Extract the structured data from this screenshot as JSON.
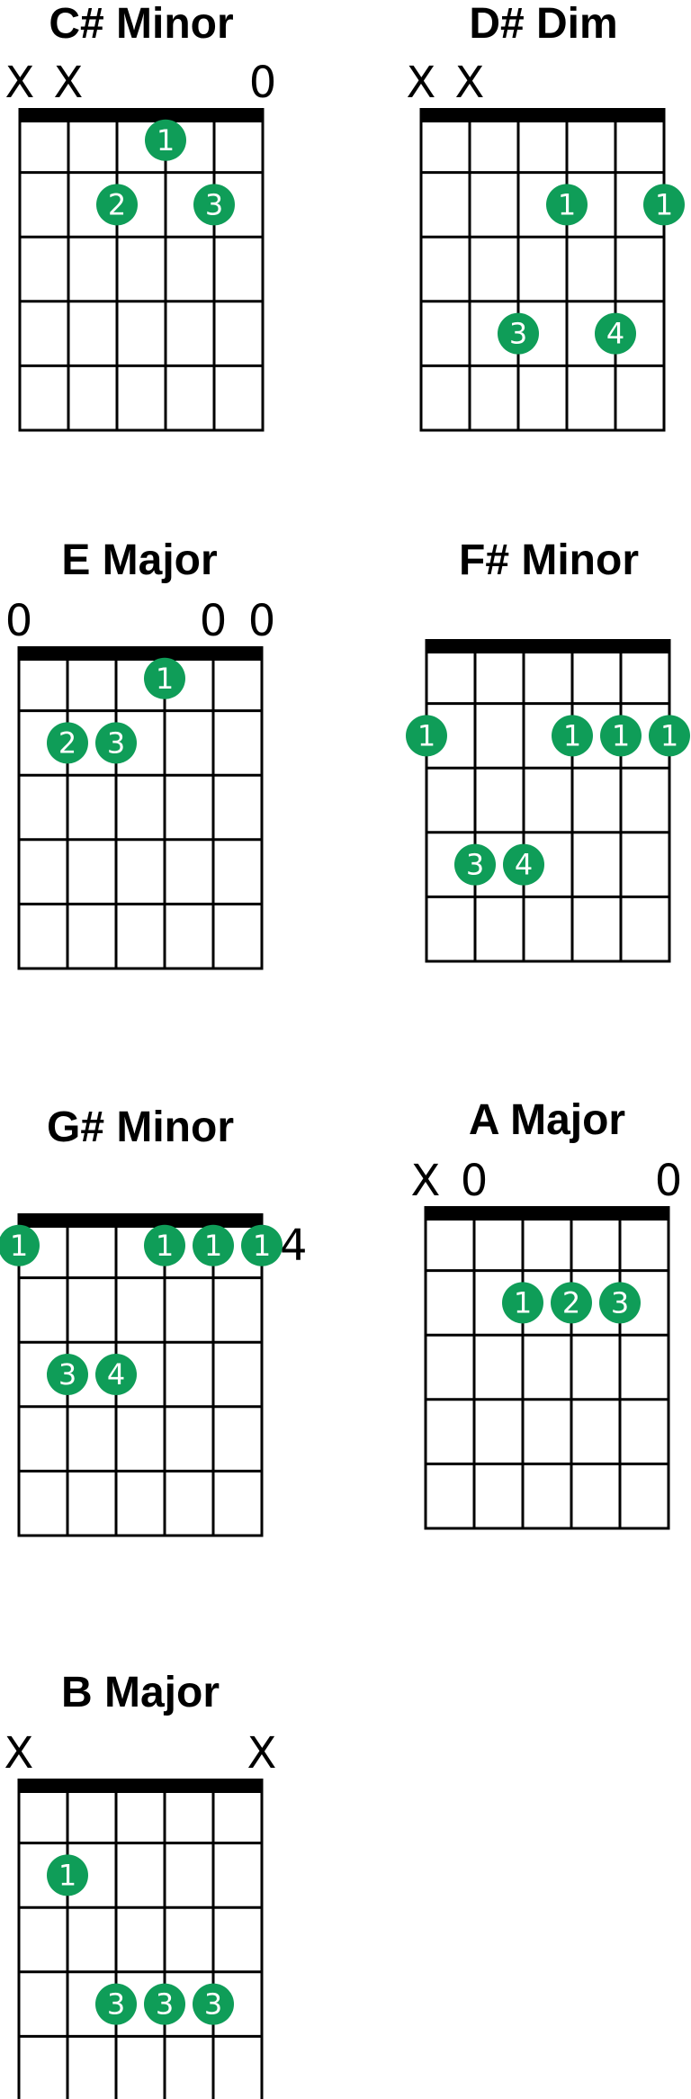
{
  "colors": {
    "background": "#ffffff",
    "lines": "#000000",
    "finger_dot": "#0f9d58",
    "finger_text": "#ffffff"
  },
  "charts": [
    {
      "title": "C# Minor",
      "strings_low_to_high": [
        "X",
        "X",
        "",
        "",
        "",
        "0"
      ],
      "fingers": [
        {
          "string": 4,
          "fret": 1,
          "finger": "1"
        },
        {
          "string": 3,
          "fret": 2,
          "finger": "2"
        },
        {
          "string": 5,
          "fret": 2,
          "finger": "3"
        }
      ],
      "fret_label": ""
    },
    {
      "title": "D# Dim",
      "strings_low_to_high": [
        "X",
        "X",
        "",
        "",
        "",
        ""
      ],
      "fingers": [
        {
          "string": 4,
          "fret": 2,
          "finger": "1"
        },
        {
          "string": 6,
          "fret": 2,
          "finger": "1"
        },
        {
          "string": 3,
          "fret": 4,
          "finger": "3"
        },
        {
          "string": 5,
          "fret": 4,
          "finger": "4"
        }
      ],
      "fret_label": ""
    },
    {
      "title": "E Major",
      "strings_low_to_high": [
        "0",
        "",
        "",
        "",
        "0",
        "0"
      ],
      "fingers": [
        {
          "string": 4,
          "fret": 1,
          "finger": "1"
        },
        {
          "string": 2,
          "fret": 2,
          "finger": "2"
        },
        {
          "string": 3,
          "fret": 2,
          "finger": "3"
        }
      ],
      "fret_label": ""
    },
    {
      "title": "F# Minor",
      "strings_low_to_high": [
        "",
        "",
        "",
        "",
        "",
        ""
      ],
      "fingers": [
        {
          "string": 1,
          "fret": 2,
          "finger": "1"
        },
        {
          "string": 4,
          "fret": 2,
          "finger": "1"
        },
        {
          "string": 5,
          "fret": 2,
          "finger": "1"
        },
        {
          "string": 6,
          "fret": 2,
          "finger": "1"
        },
        {
          "string": 2,
          "fret": 4,
          "finger": "3"
        },
        {
          "string": 3,
          "fret": 4,
          "finger": "4"
        }
      ],
      "fret_label": ""
    },
    {
      "title": "G# Minor",
      "strings_low_to_high": [
        "",
        "",
        "",
        "",
        "",
        ""
      ],
      "fingers": [
        {
          "string": 1,
          "fret": 1,
          "finger": "1"
        },
        {
          "string": 4,
          "fret": 1,
          "finger": "1"
        },
        {
          "string": 5,
          "fret": 1,
          "finger": "1"
        },
        {
          "string": 6,
          "fret": 1,
          "finger": "1"
        },
        {
          "string": 2,
          "fret": 3,
          "finger": "3"
        },
        {
          "string": 3,
          "fret": 3,
          "finger": "4"
        }
      ],
      "fret_label": "4"
    },
    {
      "title": "A Major",
      "strings_low_to_high": [
        "X",
        "0",
        "",
        "",
        "",
        "0"
      ],
      "fingers": [
        {
          "string": 3,
          "fret": 2,
          "finger": "1"
        },
        {
          "string": 4,
          "fret": 2,
          "finger": "2"
        },
        {
          "string": 5,
          "fret": 2,
          "finger": "3"
        }
      ],
      "fret_label": ""
    },
    {
      "title": "B Major",
      "strings_low_to_high": [
        "X",
        "",
        "",
        "",
        "",
        "X"
      ],
      "fingers": [
        {
          "string": 2,
          "fret": 2,
          "finger": "1"
        },
        {
          "string": 3,
          "fret": 4,
          "finger": "3"
        },
        {
          "string": 4,
          "fret": 4,
          "finger": "3"
        },
        {
          "string": 5,
          "fret": 4,
          "finger": "3"
        }
      ],
      "fret_label": ""
    }
  ]
}
